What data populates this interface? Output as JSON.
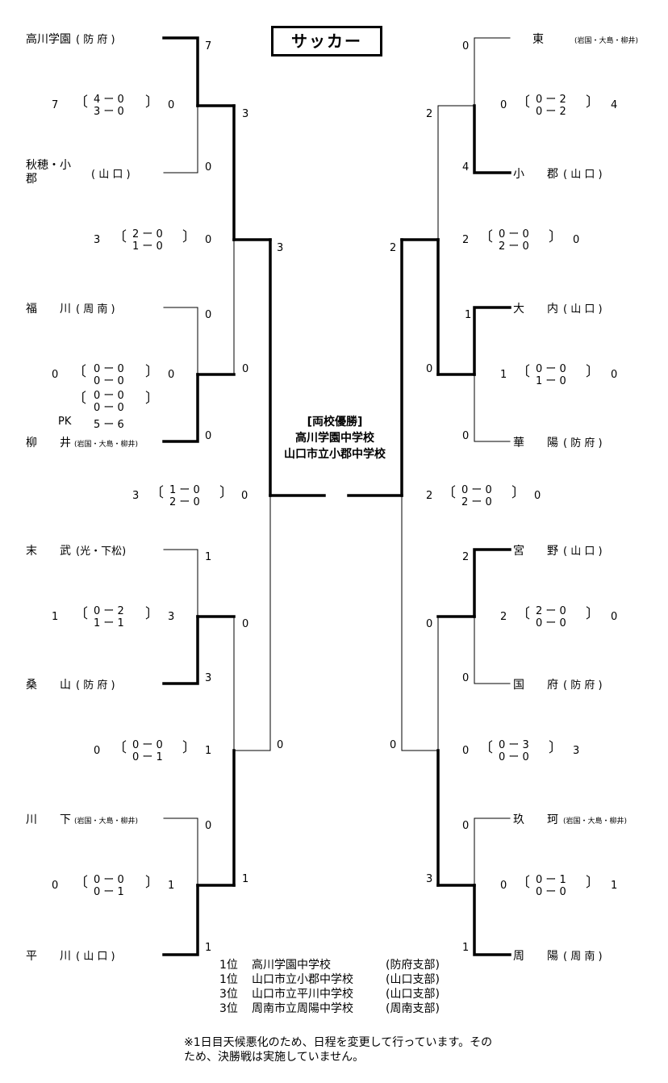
{
  "title": "サッカー",
  "champion": {
    "heading": "[両校優勝]",
    "team1": "高川学園中学校",
    "team2": "山口市立小郡中学校"
  },
  "left_teams": [
    {
      "name": "高川学園",
      "region": "( 防 府 )",
      "round1": "7"
    },
    {
      "name": "秋穂・小\n郡",
      "region": "( 山 口 )",
      "round1": "0"
    },
    {
      "name": "福　　川",
      "region": "( 周 南 )",
      "round1": "0"
    },
    {
      "name": "柳　　井",
      "region": "(岩国・大島・柳井)",
      "round1": "0"
    },
    {
      "name": "末　　武",
      "region": "(光・下松)",
      "round1": "1"
    },
    {
      "name": "桑　　山",
      "region": "( 防 府 )",
      "round1": "3"
    },
    {
      "name": "川　　下",
      "region": "(岩国・大島・柳井)",
      "round1": "0"
    },
    {
      "name": "平　　川",
      "region": "( 山 口 )",
      "round1": "1"
    }
  ],
  "right_teams": [
    {
      "name": "東",
      "region": "(岩国・大島・柳井)",
      "round1": "0"
    },
    {
      "name": "小　　郡",
      "region": "( 山 口 )",
      "round1": "4"
    },
    {
      "name": "大　　内",
      "region": "( 山 口 )",
      "round1": "1"
    },
    {
      "name": "華　　陽",
      "region": "( 防 府 )",
      "round1": "0"
    },
    {
      "name": "宮　　野",
      "region": "( 山 口 )",
      "round1": "2"
    },
    {
      "name": "国　　府",
      "region": "( 防 府 )",
      "round1": "0"
    },
    {
      "name": "玖　　珂",
      "region": "(岩国・大島・柳井)",
      "round1": "0"
    },
    {
      "name": "周　　陽",
      "region": "( 周 南 )",
      "round1": "1"
    }
  ],
  "left_r1_scores": [
    {
      "total_a": "7",
      "total_b": "0",
      "halves": [
        "4 ー 0",
        "3 ー 0"
      ]
    },
    {
      "total_a": "0",
      "total_b": "0",
      "halves": [
        "0 ー 0",
        "0 ー 0",
        "0 ー 0",
        "0 ー 0"
      ],
      "pk_label": "PK",
      "pk": "5 ー 6"
    },
    {
      "total_a": "1",
      "total_b": "3",
      "halves": [
        "0 ー 2",
        "1 ー 1"
      ]
    },
    {
      "total_a": "0",
      "total_b": "1",
      "halves": [
        "0 ー 0",
        "0 ー 1"
      ]
    }
  ],
  "right_r1_scores": [
    {
      "total_a": "0",
      "total_b": "4",
      "halves": [
        "0 ー 2",
        "0 ー 2"
      ]
    },
    {
      "total_a": "1",
      "total_b": "0",
      "halves": [
        "0 ー 0",
        "1 ー 0"
      ]
    },
    {
      "total_a": "2",
      "total_b": "0",
      "halves": [
        "2 ー 0",
        "0 ー 0"
      ]
    },
    {
      "total_a": "0",
      "total_b": "1",
      "halves": [
        "0 ー 1",
        "0 ー 0"
      ]
    }
  ],
  "left_r2_scores": [
    {
      "total_a": "3",
      "total_b": "0",
      "halves": [
        "2 ー 0",
        "1 ー 0"
      ]
    },
    {
      "total_a": "0",
      "total_b": "1",
      "halves": [
        "0 ー 0",
        "0 ー 1"
      ]
    }
  ],
  "right_r2_scores": [
    {
      "total_a": "2",
      "total_b": "0",
      "halves": [
        "0 ー 0",
        "2 ー 0"
      ]
    },
    {
      "total_a": "0",
      "total_b": "3",
      "halves": [
        "0 ー 3",
        "0 ー 0"
      ]
    }
  ],
  "left_sf_score": {
    "total_a": "3",
    "total_b": "0",
    "halves": [
      "1 ー 0",
      "2 ー 0"
    ]
  },
  "right_sf_score": {
    "total_a": "2",
    "total_b": "0",
    "halves": [
      "0 ー 0",
      "2 ー 0"
    ]
  },
  "left_round_nums": {
    "r2": [
      "3",
      "0",
      "0",
      "1"
    ],
    "r3": [
      "3",
      "0"
    ]
  },
  "right_round_nums": {
    "r2": [
      "2",
      "0",
      "0",
      "3"
    ],
    "r3": [
      "2",
      "0"
    ]
  },
  "ranking": [
    {
      "rank": "1位",
      "school": "高川学園中学校",
      "branch": "(防府支部)"
    },
    {
      "rank": "1位",
      "school": "山口市立小郡中学校",
      "branch": "(山口支部)"
    },
    {
      "rank": "3位",
      "school": "山口市立平川中学校",
      "branch": "(山口支部)"
    },
    {
      "rank": "3位",
      "school": "周南市立周陽中学校",
      "branch": "(周南支部)"
    }
  ],
  "note": "※1日目天候悪化のため、日程を変更して行っています。そのため、決勝戦は実施していません。"
}
